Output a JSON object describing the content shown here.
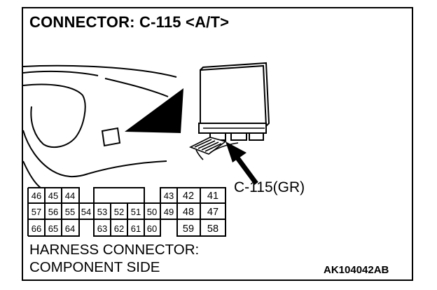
{
  "title": "CONNECTOR: C-115 <A/T>",
  "callout": "C-115(GR)",
  "caption": [
    "HARNESS CONNECTOR:",
    "COMPONENT SIDE"
  ],
  "figure_id": "AK104042AB",
  "pins": {
    "top_left": [
      "46",
      "45",
      "44"
    ],
    "top_right": [
      "43",
      "42",
      "41"
    ],
    "middle": [
      "57",
      "56",
      "55",
      "54",
      "53",
      "52",
      "51",
      "50",
      "49",
      "48",
      "47"
    ],
    "bottom_left": [
      "66",
      "65",
      "64"
    ],
    "bottom_center": [
      "63",
      "62",
      "61",
      "60"
    ],
    "bottom_right": [
      "59",
      "58"
    ]
  }
}
